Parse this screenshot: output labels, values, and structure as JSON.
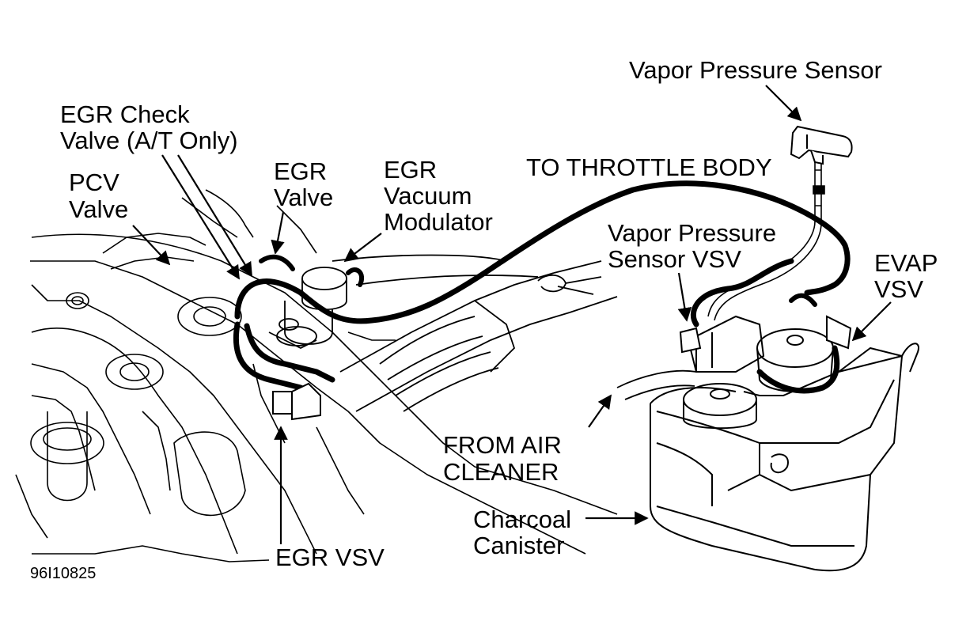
{
  "labels": {
    "vapor_pressure_sensor": "Vapor Pressure Sensor",
    "egr_check_valve": [
      "EGR Check",
      "Valve (A/T Only)"
    ],
    "pcv_valve": [
      "PCV",
      "Valve"
    ],
    "egr_valve": [
      "EGR",
      "Valve"
    ],
    "egr_vacuum_modulator": [
      "EGR",
      "Vacuum",
      "Modulator"
    ],
    "to_throttle_body": "TO THROTTLE BODY",
    "vapor_pressure_sensor_vsv": [
      "Vapor Pressure",
      "Sensor VSV"
    ],
    "evap_vsv": [
      "EVAP",
      "VSV"
    ],
    "from_air_cleaner": [
      "FROM AIR",
      "CLEANER"
    ],
    "charcoal_canister": [
      "Charcoal",
      "Canister"
    ],
    "egr_vsv": "EGR VSV"
  },
  "figure_id": "96I10825",
  "colors": {
    "ink": "#000000",
    "paper": "#ffffff"
  }
}
